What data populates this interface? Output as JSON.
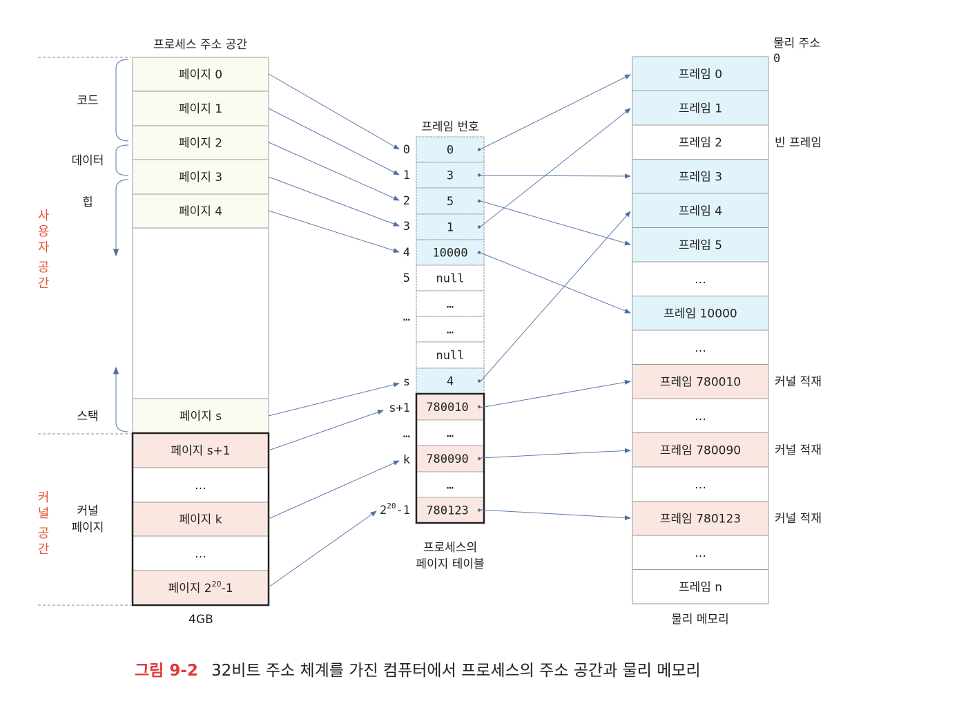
{
  "colors": {
    "user_page": "#fbfbf1",
    "mapped_frame": "#e2f4fb",
    "kernel": "#fbe7e1",
    "arrow": "#5a7bab",
    "accent": "#e0393e"
  },
  "process_space": {
    "title": "프로세스 주소 공간",
    "rows": [
      "페이지 0",
      "페이지 1",
      "페이지 2",
      "페이지 3",
      "페이지 4",
      "페이지 s",
      "페이지 s+1",
      "…",
      "페이지 k",
      "…"
    ],
    "last_row": {
      "base": "페이지 2",
      "sup": "20",
      "tail": "-1"
    },
    "size_label": "4GB",
    "segments": {
      "code": "코드",
      "data": "데이터",
      "heap": "힙",
      "stack": "스택",
      "kernel_page_1": "커널",
      "kernel_page_2": "페이지"
    },
    "user_space": [
      "사",
      "용",
      "자",
      "공",
      "간"
    ],
    "kernel_space": [
      "커",
      "널",
      "공",
      "간"
    ]
  },
  "page_table": {
    "title": "프레임 번호",
    "entries": [
      "0",
      "3",
      "5",
      "1",
      "10000",
      "null",
      "…",
      "…",
      "null",
      "4",
      "780010",
      "…",
      "780090",
      "…",
      "780123"
    ],
    "indices": [
      "0",
      "1",
      "2",
      "3",
      "4",
      "5",
      "…",
      "s",
      "s+1",
      "…",
      "k"
    ],
    "last_index": {
      "base": "2",
      "sup": "20",
      "tail": "-1"
    },
    "caption_1": "프로세스의",
    "caption_2": "페이지 테이블"
  },
  "physical": {
    "title": "물리 주소",
    "zero": "0",
    "frames": [
      "프레임 0",
      "프레임 1",
      "프레임 2",
      "프레임 3",
      "프레임 4",
      "프레임 5",
      "…",
      "프레임 10000",
      "…",
      "프레임 780010",
      "…",
      "프레임 780090",
      "…",
      "프레임 780123",
      "…",
      "프레임 n"
    ],
    "empty_frame": "빈 프레임",
    "kernel_loaded": [
      "커널 적재",
      "커널 적재",
      "커널 적재"
    ],
    "caption": "물리 메모리"
  },
  "figure_caption": {
    "number": "그림 9-2",
    "text": "32비트 주소 체계를 가진 컴퓨터에서 프로세스의 주소 공간과 물리 메모리"
  }
}
